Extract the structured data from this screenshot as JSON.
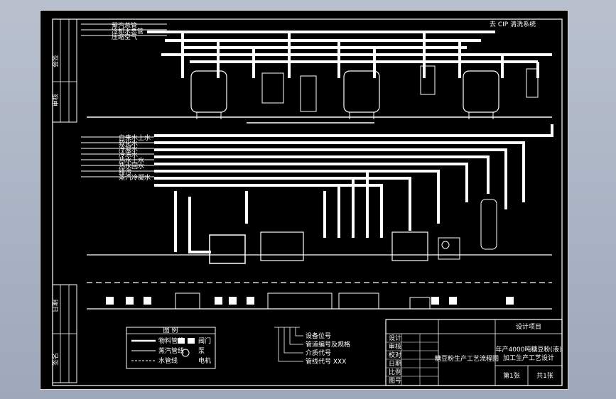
{
  "title_block": {
    "drawing_title": "糖豆粉生产工艺流程图",
    "design_project_label": "设计项目",
    "project_line1": "年产4000吨糖豆粉(液)",
    "project_line2": "加工生产工艺设计",
    "sheet": "第1张",
    "total": "共1张",
    "cells": [
      "设计",
      "审核",
      "校对",
      "日期",
      "比例",
      "图号"
    ]
  },
  "legend": {
    "title": "图 例",
    "items": [
      "物料管线",
      "蒸汽管线",
      "水管线",
      "阀门",
      "泵",
      "电机"
    ]
  },
  "callouts": [
    "设备位号",
    "管道编号及规格",
    "介质代号",
    "管线代号 XXX"
  ],
  "pipe_labels_top": [
    "蒸汽总管",
    "冷却水总管",
    "压缩空气"
  ],
  "pipe_labels_mid": [
    "自来水上水",
    "软化水",
    "冷凝水",
    "冷冻水",
    "热水上水",
    "热水回水",
    "排污",
    "蒸汽冷凝水"
  ],
  "top_right_label": "去 CIP 清洗系统",
  "left_strip": [
    "会签",
    "审核"
  ],
  "left_strip_lower": [
    "日期",
    "签名"
  ]
}
